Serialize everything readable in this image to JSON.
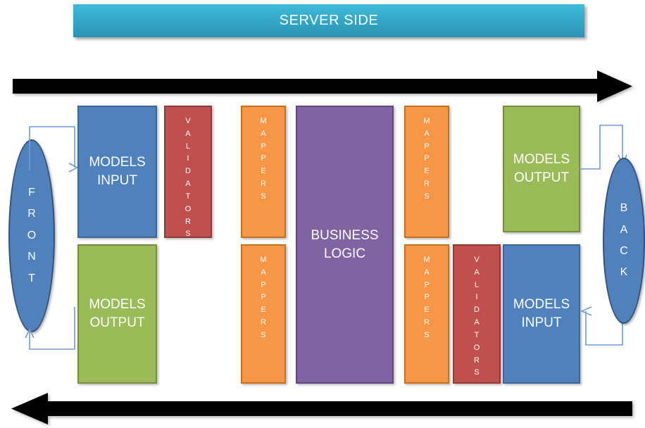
{
  "banner": {
    "label": "SERVER SIDE"
  },
  "flow_arrows": {
    "top": {
      "name": "request-flow-arrow",
      "direction": "right",
      "color": "#000000"
    },
    "bottom": {
      "name": "response-flow-arrow",
      "direction": "left",
      "color": "#000000"
    }
  },
  "colors": {
    "banner_top": "#41bcdc",
    "banner_bottom": "#2b93b3",
    "blue": "#4f81bd",
    "green": "#9bbb59",
    "orange": "#f79646",
    "red": "#c0504d",
    "purple": "#8064a2",
    "arrow": "#000000",
    "connector": "#6f9bd1"
  },
  "nodes": {
    "front_oval": {
      "label": "FRONT",
      "letters": [
        "F",
        "R",
        "O",
        "N",
        "T"
      ]
    },
    "back_oval": {
      "label": "BACK",
      "letters": [
        "B",
        "A",
        "C",
        "K"
      ]
    },
    "left_models_input": {
      "line1": "MODELS",
      "line2": "INPUT"
    },
    "left_models_output": {
      "line1": "MODELS",
      "line2": "OUTPUT"
    },
    "left_validators": {
      "label": "VALIDATORS",
      "letters": [
        "V",
        "A",
        "L",
        "I",
        "D",
        "A",
        "T",
        "O",
        "R",
        "S"
      ]
    },
    "mappers_in_top": {
      "label": "MAPPERS",
      "letters": [
        "M",
        "A",
        "P",
        "P",
        "E",
        "R",
        "S"
      ]
    },
    "mappers_in_bottom": {
      "label": "MAPPERS",
      "letters": [
        "M",
        "A",
        "P",
        "P",
        "E",
        "R",
        "S"
      ]
    },
    "business_logic": {
      "line1": "BUSINESS",
      "line2": "LOGIC"
    },
    "mappers_out_top": {
      "label": "MAPPERS",
      "letters": [
        "M",
        "A",
        "P",
        "P",
        "E",
        "R",
        "S"
      ]
    },
    "mappers_out_bottom": {
      "label": "MAPPERS",
      "letters": [
        "M",
        "A",
        "P",
        "P",
        "E",
        "R",
        "S"
      ]
    },
    "right_validators": {
      "label": "VALIDATORS",
      "letters": [
        "V",
        "A",
        "L",
        "I",
        "D",
        "A",
        "T",
        "O",
        "R",
        "S"
      ]
    },
    "right_models_output": {
      "line1": "MODELS",
      "line2": "OUTPUT"
    },
    "right_models_input": {
      "line1": "MODELS",
      "line2": "INPUT"
    }
  }
}
